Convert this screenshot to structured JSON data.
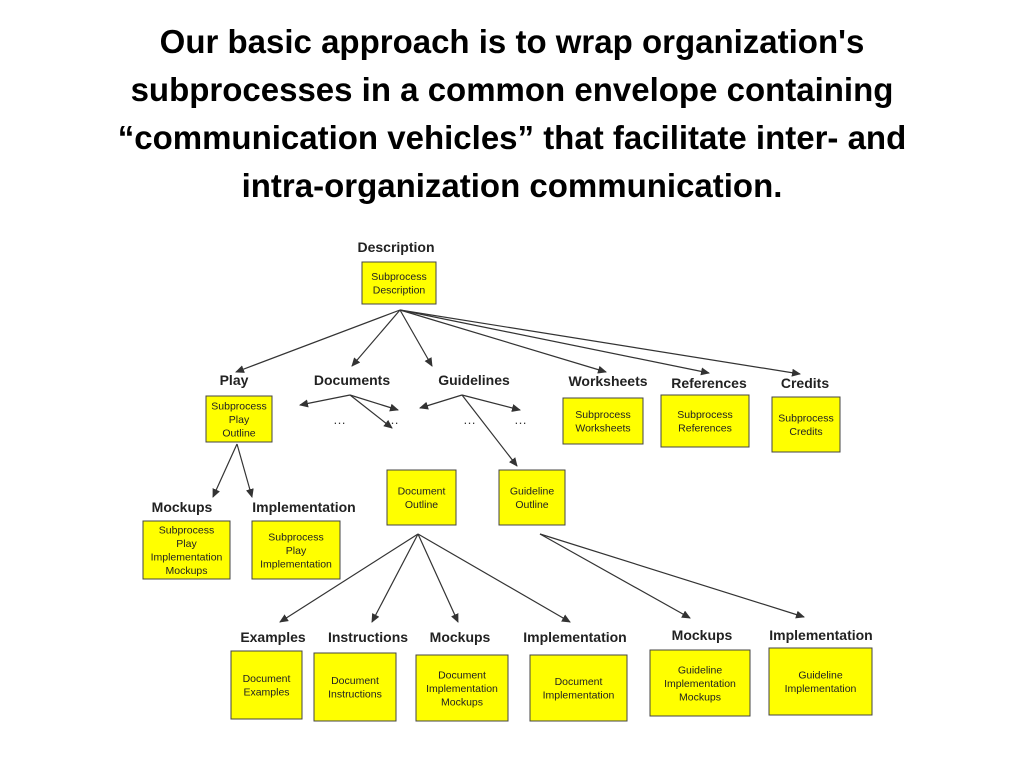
{
  "title": {
    "lines": [
      "Our basic approach is to wrap organization's",
      "subprocesses in a common envelope containing",
      "“communication vehicles” that facilitate inter- and",
      "intra-organization communication."
    ]
  },
  "colors": {
    "box_fill": "#ffff00",
    "box_stroke": "#444444",
    "arrow": "#333333"
  },
  "diagram": {
    "nodes": [
      {
        "id": "description",
        "label": "Description",
        "box": [
          "Subprocess",
          "Description"
        ]
      },
      {
        "id": "play",
        "label": "Play",
        "box": [
          "Subprocess",
          "Play",
          "Outline"
        ]
      },
      {
        "id": "documents",
        "label": "Documents",
        "box": []
      },
      {
        "id": "guidelines",
        "label": "Guidelines",
        "box": []
      },
      {
        "id": "worksheets",
        "label": "Worksheets",
        "box": [
          "Subprocess",
          "Worksheets"
        ]
      },
      {
        "id": "references",
        "label": "References",
        "box": [
          "Subprocess",
          "References"
        ]
      },
      {
        "id": "credits",
        "label": "Credits",
        "box": [
          "Subprocess",
          "Credits"
        ]
      },
      {
        "id": "play-mockups",
        "label": "Mockups",
        "box": [
          "Subprocess",
          "Play",
          "Implementation",
          "Mockups"
        ]
      },
      {
        "id": "play-implementation",
        "label": "Implementation",
        "box": [
          "Subprocess",
          "Play",
          "Implementation"
        ]
      },
      {
        "id": "document-outline",
        "label": "",
        "box": [
          "Document",
          "Outline"
        ]
      },
      {
        "id": "guideline-outline",
        "label": "",
        "box": [
          "Guideline",
          "Outline"
        ]
      },
      {
        "id": "doc-examples",
        "label": "Examples",
        "box": [
          "Document",
          "Examples"
        ]
      },
      {
        "id": "doc-instructions",
        "label": "Instructions",
        "box": [
          "Document",
          "Instructions"
        ]
      },
      {
        "id": "doc-mockups",
        "label": "Mockups",
        "box": [
          "Document",
          "Implementation",
          "Mockups"
        ]
      },
      {
        "id": "doc-implementation",
        "label": "Implementation",
        "box": [
          "Document",
          "Implementation"
        ]
      },
      {
        "id": "guide-mockups",
        "label": "Mockups",
        "box": [
          "Guideline",
          "Implementation",
          "Mockups"
        ]
      },
      {
        "id": "guide-implementation",
        "label": "Implementation",
        "box": [
          "Guideline",
          "Implementation"
        ]
      }
    ],
    "ellipsis": "…",
    "edges": [
      [
        "description",
        "play"
      ],
      [
        "description",
        "documents"
      ],
      [
        "description",
        "guidelines"
      ],
      [
        "description",
        "worksheets"
      ],
      [
        "description",
        "references"
      ],
      [
        "description",
        "credits"
      ],
      [
        "play",
        "play-mockups"
      ],
      [
        "play",
        "play-implementation"
      ],
      [
        "documents",
        "dots-doc-1"
      ],
      [
        "documents",
        "dots-doc-2"
      ],
      [
        "documents",
        "document-outline"
      ],
      [
        "guidelines",
        "dots-gl-1"
      ],
      [
        "guidelines",
        "dots-gl-2"
      ],
      [
        "guidelines",
        "guideline-outline"
      ],
      [
        "document-outline",
        "doc-examples"
      ],
      [
        "document-outline",
        "doc-instructions"
      ],
      [
        "document-outline",
        "doc-mockups"
      ],
      [
        "document-outline",
        "doc-implementation"
      ],
      [
        "guideline-outline",
        "guide-mockups"
      ],
      [
        "guideline-outline",
        "guide-implementation"
      ]
    ]
  }
}
